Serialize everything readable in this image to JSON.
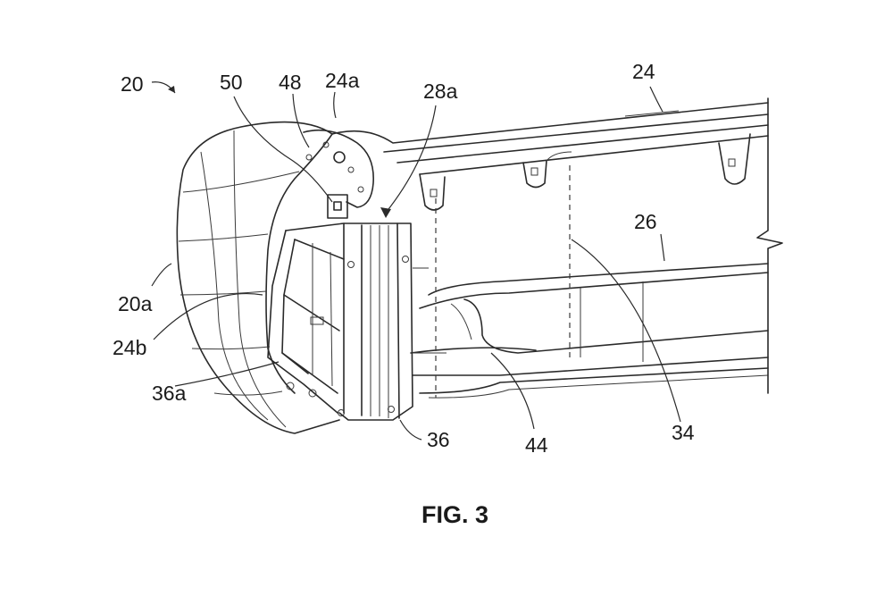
{
  "figure": {
    "caption": "FIG. 3",
    "labels": {
      "l20": "20",
      "l50": "50",
      "l48": "48",
      "l24a": "24a",
      "l28a": "28a",
      "l24": "24",
      "l26": "26",
      "l20a": "20a",
      "l24b": "24b",
      "l36a": "36a",
      "l36": "36",
      "l44": "44",
      "l34": "34"
    }
  }
}
